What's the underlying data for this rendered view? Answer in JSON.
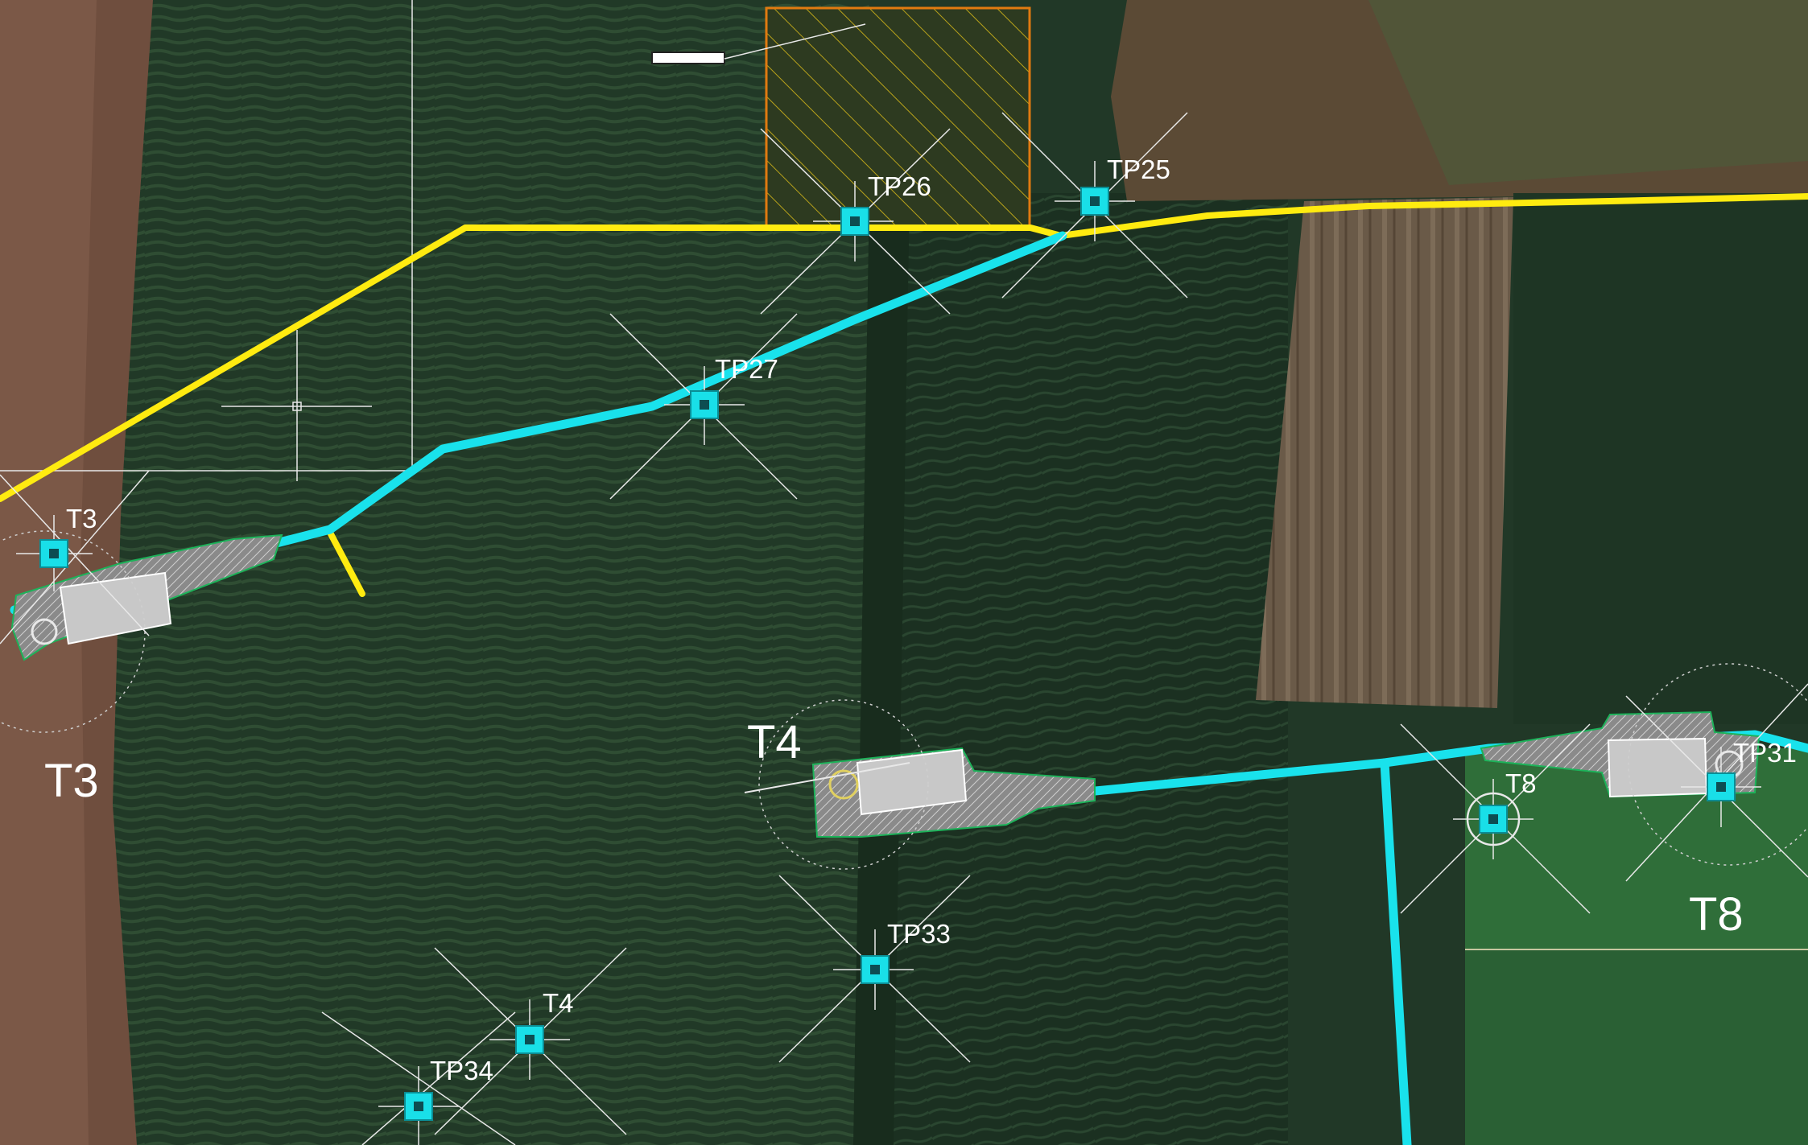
{
  "map": {
    "colors": {
      "forest": "#1f3524",
      "field_brown": "#6b5a45",
      "bog": "#5e4c3b",
      "pasture": "#2f6b38",
      "existing_track": "#ffeb10",
      "new_track": "#19e2ec",
      "compound_fill": "#c8c8c8",
      "hatched_area": "#e07a10",
      "marker": "#19dfe8",
      "cad_line": "#e8e8e8",
      "label": "#ffffff"
    },
    "turbines": [
      {
        "id": "t3",
        "label": "T3",
        "big_label": "T3"
      },
      {
        "id": "t4",
        "label": "T4",
        "big_label": "T4"
      },
      {
        "id": "t8",
        "label": "T8",
        "big_label": "T8"
      }
    ],
    "trial_pits": [
      {
        "id": "tp25",
        "label": "TP25"
      },
      {
        "id": "tp26",
        "label": "TP26"
      },
      {
        "id": "tp27",
        "label": "TP27"
      },
      {
        "id": "tp31",
        "label": "TP31"
      },
      {
        "id": "tp33",
        "label": "TP33"
      },
      {
        "id": "tp34",
        "label": "TP34"
      }
    ]
  }
}
